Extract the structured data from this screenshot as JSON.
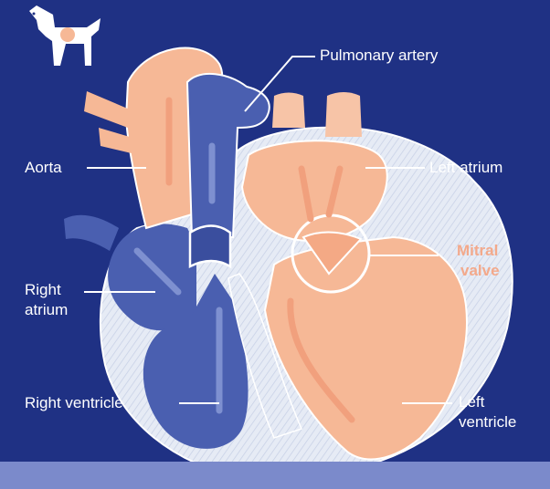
{
  "labels": {
    "pulmonary_artery": "Pulmonary artery",
    "aorta": "Aorta",
    "left_atrium": "Left atrium",
    "mitral_valve": [
      "Mitral",
      "valve"
    ],
    "right_atrium": [
      "Right",
      "atrium"
    ],
    "right_ventricle": "Right ventricle",
    "left_ventricle": [
      "Left",
      "ventricle"
    ]
  },
  "colors": {
    "background": "#1f3184",
    "highlight_label": "#f3a98b",
    "oxygenated": "#f6b896",
    "deoxygenated": "#4a5fb0",
    "heart_wall": "#dfe5f3",
    "bottom_band": "#7b8acb"
  },
  "icons": [
    "dog-icon"
  ]
}
